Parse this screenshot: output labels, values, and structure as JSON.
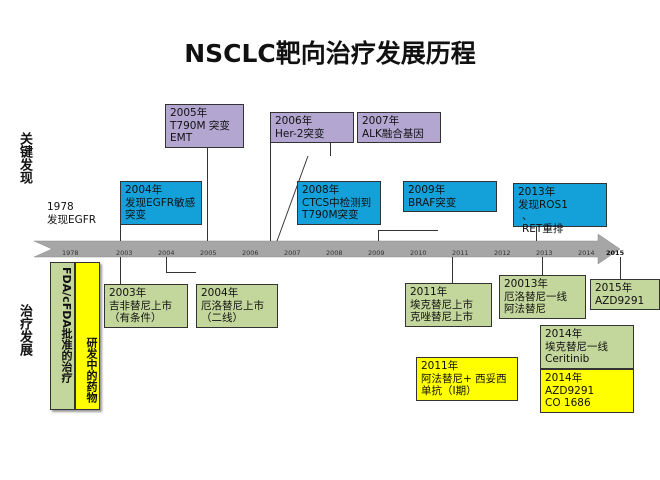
{
  "title": "NSCLC靶向治疗发展历程",
  "row_labels": {
    "key_discovery": "关键发现",
    "treatment": "治疗发展"
  },
  "axis_years": [
    "1978",
    "2003",
    "2004",
    "2005",
    "2006",
    "2007",
    "2008",
    "2009",
    "2010",
    "2011",
    "2012",
    "2013",
    "2014",
    "2015"
  ],
  "legend": {
    "approved": "FDA/cFDA批准的治疗",
    "in_development": "研发中的药物"
  },
  "discoveries": [
    {
      "id": "d1978",
      "text": "1978\n发现EGFR"
    },
    {
      "id": "d2004",
      "text": "2004年\n发现EGFR敏感突变"
    },
    {
      "id": "d2005",
      "text": "2005年\nT790M 突变\nEMT"
    },
    {
      "id": "d2006",
      "text": "2006年\nHer-2突变"
    },
    {
      "id": "d2007",
      "text": "2007年\nALK融合基因"
    },
    {
      "id": "d2008",
      "text": "2008年\nCTCS中检测到T790M突变"
    },
    {
      "id": "d2009",
      "text": "2009年\nBRAF突变"
    },
    {
      "id": "d2013",
      "text": "2013年\n发现ROS1"
    },
    {
      "id": "dret",
      "text": "、\nRET重排"
    }
  ],
  "treatments": [
    {
      "id": "t2003",
      "text": "2003年\n吉非替尼上市\n（有条件）"
    },
    {
      "id": "t2004",
      "text": "2004年\n厄洛替尼上市\n（二线）"
    },
    {
      "id": "t2011a",
      "text": "2011年\n埃克替尼上市\n克唑替尼上市"
    },
    {
      "id": "t2013",
      "text": "20013年\n厄洛替尼一线\n阿法替尼"
    },
    {
      "id": "t2015",
      "text": "2015年\nAZD9291"
    },
    {
      "id": "t2014a",
      "text": "2014年\n埃克替尼一线\nCeritinib"
    },
    {
      "id": "t2011b",
      "text": "2011年\n阿法替尼+ 西妥西单抗（I期）"
    },
    {
      "id": "t2014b",
      "text": "2014年\nAZD9291\nCO 1686"
    }
  ],
  "colors": {
    "discovery_blue": "#14a0d8",
    "discovery_purple": "#b3a7d1",
    "approved_green": "#c3d69b",
    "development_yellow": "#ffff00",
    "arrow_grey": "#a6a6a6"
  }
}
